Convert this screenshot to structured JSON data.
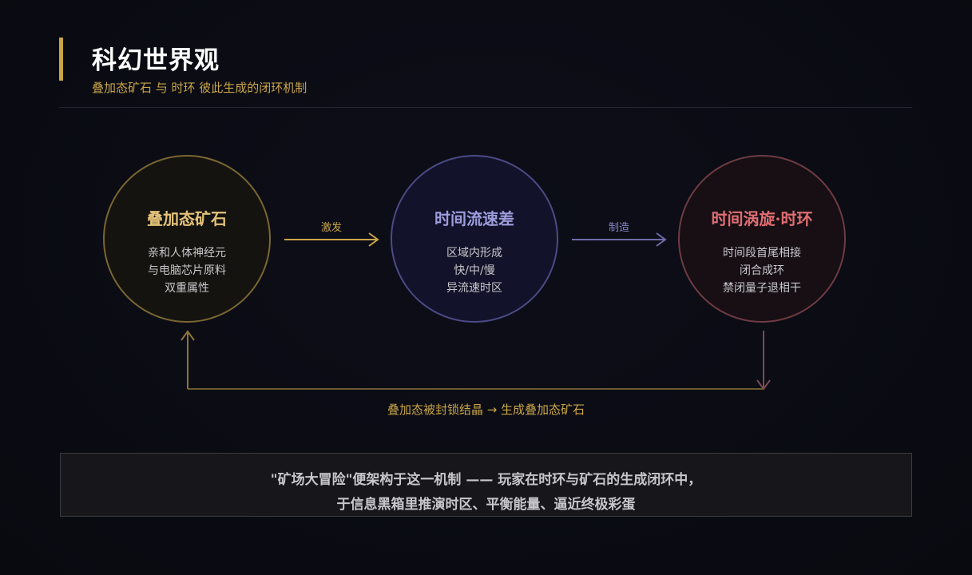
{
  "header": {
    "title": "科幻世界观",
    "subtitle": "叠加态矿石 与 时环 彼此生成的闭环机制"
  },
  "nodes": [
    {
      "title": "叠加态矿石",
      "lines": [
        "亲和人体神经元",
        "与电脑芯片原料",
        "双重属性"
      ],
      "color": "#e3c27a"
    },
    {
      "title": "时间流速差",
      "lines": [
        "区域内形成",
        "快/中/慢",
        "异流速时区"
      ],
      "color": "#9d9cdc"
    },
    {
      "title": "时间涡旋·时环",
      "lines": [
        "时间段首尾相接",
        "闭合成环",
        "禁闭量子退相干"
      ],
      "color": "#df6e73"
    }
  ],
  "arrows": {
    "first_label": "激发",
    "second_label": "制造"
  },
  "loop": {
    "label": "叠加态被封锁结晶 → 生成叠加态矿石"
  },
  "summary": {
    "line1": "\"矿场大冒险\"便架构于这一机制 —— 玩家在时环与矿石的生成闭环中，",
    "line2": "于信息黑箱里推演时区、平衡能量、逼近终极彩蛋"
  },
  "colors": {
    "accent_gold": "#c9a548",
    "accent_purple": "#8785c8",
    "accent_red": "#df6e73",
    "background": "#0a0b12"
  }
}
